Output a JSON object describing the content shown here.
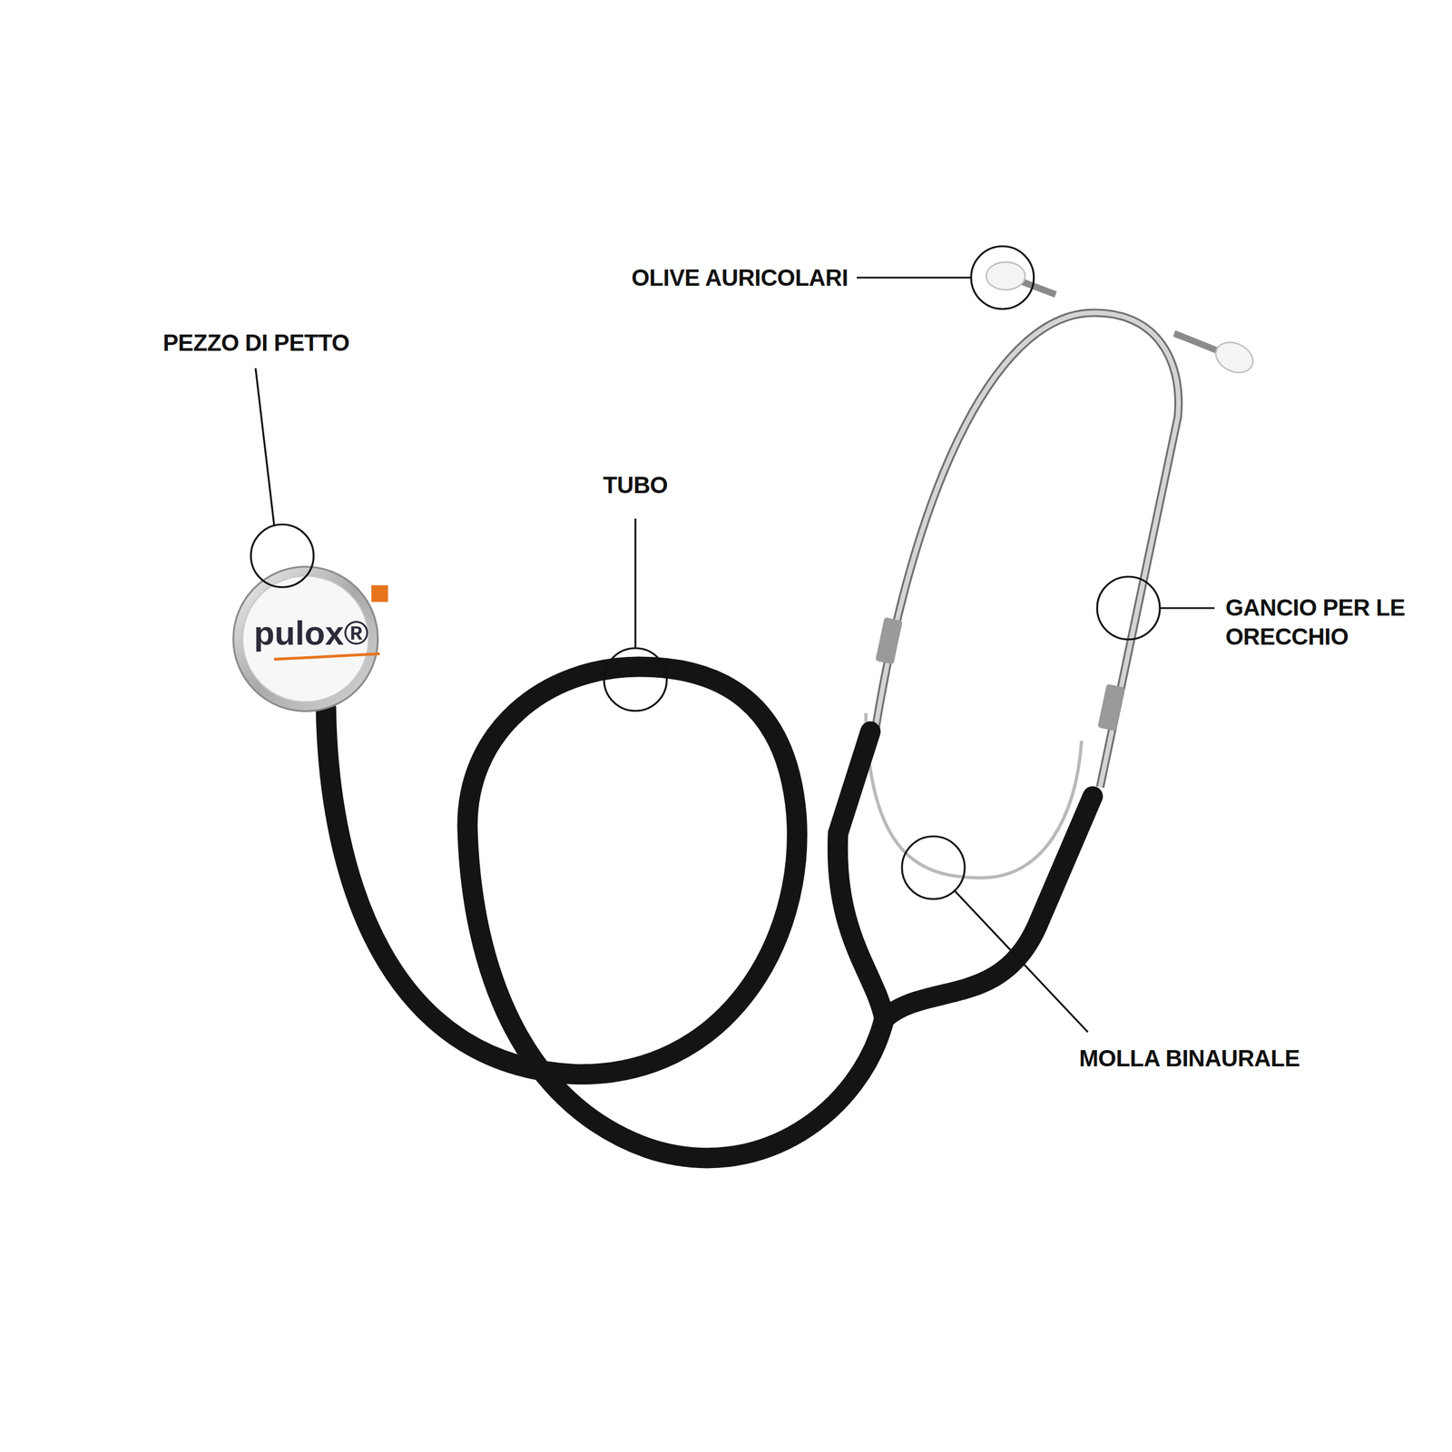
{
  "diagram": {
    "labels": [
      "OLIVE AURICOLARI",
      "PEZZO DI PETTO",
      "TUBO",
      "GANCIO PER LE ORECCHIO",
      "MOLLA BINAURALE",
      "pulox®"
    ]
  }
}
